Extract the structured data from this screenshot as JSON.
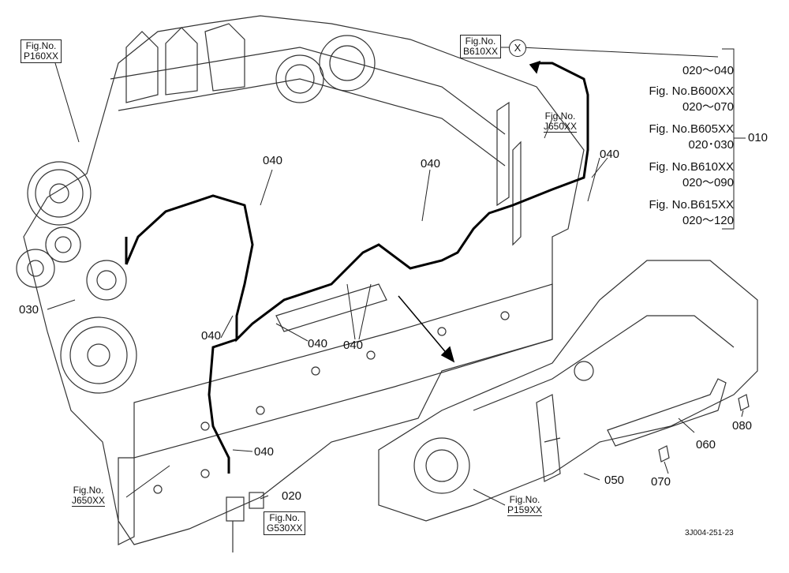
{
  "callouts": {
    "c040_a": "040",
    "c040_b": "040",
    "c040_c": "040",
    "c040_d": "040",
    "c040_e": "040",
    "c040_f": "040",
    "c040_g": "040",
    "c030": "030",
    "c020": "020",
    "c050": "050",
    "c060": "060",
    "c070": "070",
    "c080": "080",
    "c010": "010"
  },
  "fig_refs": {
    "p160": [
      "Fig.No.",
      "P160XX"
    ],
    "b610": [
      "Fig.No.",
      "B610XX"
    ],
    "j650_top": [
      "Fig.No.",
      "J650XX"
    ],
    "j650_bottom": [
      "Fig.No.",
      "J650XX"
    ],
    "g530": [
      "Fig.No.",
      "G530XX"
    ],
    "p159": [
      "Fig.No.",
      "P159XX"
    ]
  },
  "connector_marker": "X",
  "reference_list": [
    "020～040",
    "Fig. No.B600XX",
    "020～070",
    "Fig. No.B605XX",
    "020･030",
    "Fig. No.B610XX",
    "020～090",
    "Fig. No.B615XX",
    "020～120"
  ],
  "drawing_code": "3J004-251-23"
}
